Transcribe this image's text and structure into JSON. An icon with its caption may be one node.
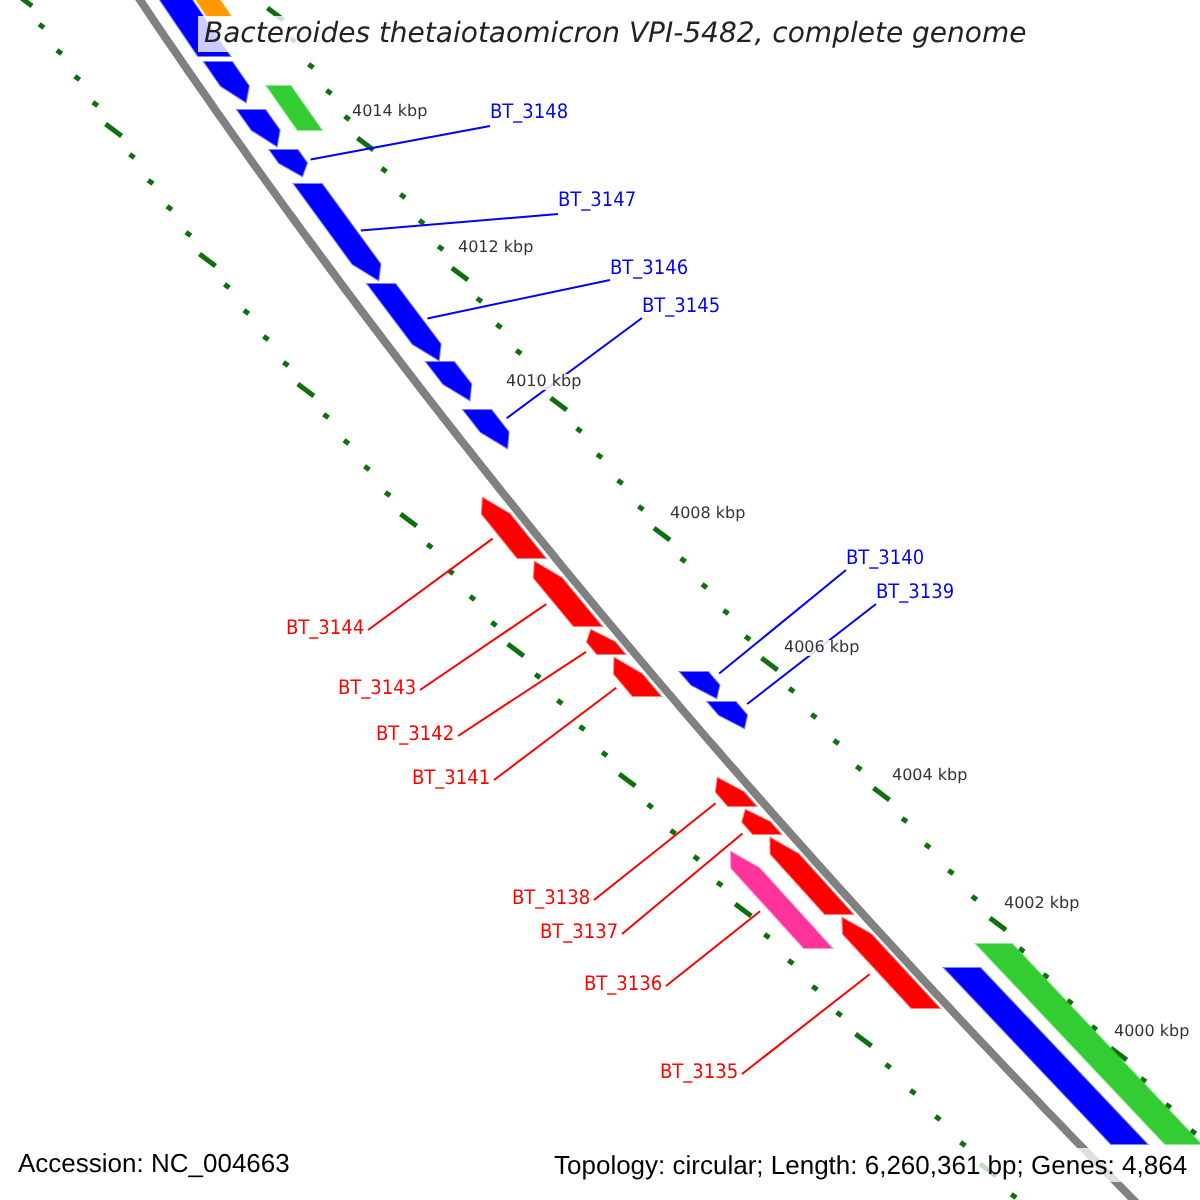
{
  "diagram": {
    "title": "Bacteroides thetaiotaomicron VPI-5482, complete genome",
    "nodes": [
      {
        "text": [
          "BT_3148"
        ]
      },
      {
        "text": [
          "BT_3147"
        ]
      },
      {
        "text": [
          "BT_3146"
        ]
      },
      {
        "text": [
          "BT_3145"
        ]
      },
      {
        "text": [
          "BT_3140"
        ]
      },
      {
        "text": [
          "BT_3139"
        ]
      },
      {
        "text": [
          "BT_3144"
        ]
      },
      {
        "text": [
          "BT_3143"
        ]
      },
      {
        "text": [
          "BT_3142"
        ]
      },
      {
        "text": [
          "BT_3141"
        ]
      },
      {
        "text": [
          "BT_3138"
        ]
      },
      {
        "text": [
          "BT_3137"
        ]
      },
      {
        "text": [
          "BT_3136"
        ]
      },
      {
        "text": [
          "BT_3135"
        ]
      },
      {
        "text": [],
        "shape": "arrow"
      },
      {
        "text": [],
        "shape": "arrow"
      },
      {
        "text": [],
        "shape": "arrow"
      },
      {
        "text": [],
        "shape": "arrow"
      },
      {
        "text": [],
        "shape": "arrow"
      },
      {
        "text": [],
        "shape": "arrow"
      },
      {
        "text": [],
        "shape": "arrow"
      },
      {
        "text": [],
        "shape": "arrow"
      },
      {
        "text": [],
        "shape": "arrow"
      },
      {
        "text": [],
        "shape": "arrow"
      },
      {
        "text": [],
        "shape": "arrow"
      },
      {
        "text": [],
        "shape": "arrow"
      },
      {
        "text": [],
        "shape": "arrow"
      },
      {
        "text": [],
        "shape": "arrow"
      },
      {
        "text": [],
        "shape": "bar"
      },
      {
        "text": [],
        "shape": "bar"
      },
      {
        "text": [],
        "shape": "arrow"
      },
      {
        "text": [],
        "shape": "arrow"
      },
      {
        "text": [],
        "shape": "bar"
      },
      {
        "text": [],
        "shape": "arrow"
      },
      {
        "text": [],
        "shape": "arrow"
      },
      {
        "text": [],
        "shape": "bar"
      },
      {
        "text": [],
        "shape": "bar"
      }
    ],
    "edges": [
      {
        "from": 0,
        "to": 14,
        "arrow": "none",
        "color": "#0000ff"
      },
      {
        "from": 1,
        "to": 15,
        "arrow": "none",
        "color": "#0000ff"
      },
      {
        "from": 2,
        "to": 16,
        "arrow": "none",
        "color": "#0000ff"
      },
      {
        "from": 3,
        "to": 17,
        "arrow": "none",
        "color": "#0000ff"
      },
      {
        "from": 4,
        "to": 18,
        "arrow": "none",
        "color": "#0000ff"
      },
      {
        "from": 5,
        "to": 19,
        "arrow": "none",
        "color": "#0000ff"
      },
      {
        "from": 6,
        "to": 20,
        "arrow": "none"
      },
      {
        "from": 7,
        "to": 21,
        "arrow": "none"
      },
      {
        "from": 8,
        "to": 22,
        "arrow": "none"
      },
      {
        "from": 9,
        "to": 23,
        "arrow": "none"
      },
      {
        "from": 10,
        "to": 24,
        "arrow": "none"
      },
      {
        "from": 11,
        "to": 25,
        "arrow": "none"
      },
      {
        "from": 12,
        "to": 26,
        "arrow": "none"
      },
      {
        "from": 13,
        "to": 27,
        "arrow": "none"
      }
    ],
    "labels": [
      "4014 kbp",
      "4012 kbp",
      "4010 kbp",
      "4008 kbp",
      "4006 kbp",
      "4004 kbp",
      "4002 kbp",
      "4000 kbp",
      "Accession: NC_004663",
      "Topology: circular; Length: 6,260,361 bp; Genes: 4,864"
    ]
  }
}
